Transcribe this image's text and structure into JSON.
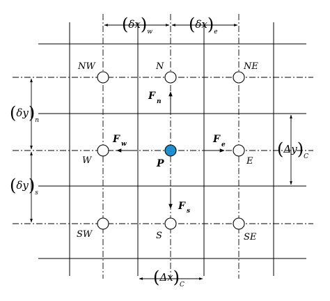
{
  "colors": {
    "line": "#000000",
    "p_node_fill": "#1f8fd0",
    "node_fill": "#ffffff"
  },
  "nodes": {
    "nw": "NW",
    "n": "N",
    "ne": "NE",
    "w": "W",
    "p": "P",
    "e": "E",
    "sw": "SW",
    "s": "S",
    "se": "SE"
  },
  "forces": {
    "fn": {
      "base": "F",
      "sub": "n"
    },
    "fw": {
      "base": "F",
      "sub": "w"
    },
    "fe": {
      "base": "F",
      "sub": "e"
    },
    "fs": {
      "base": "F",
      "sub": "s"
    }
  },
  "dimensions": {
    "dx_w": {
      "open": "(",
      "body": "δx",
      "close": ")",
      "sub": "w"
    },
    "dx_e": {
      "open": "(",
      "body": "δx",
      "close": ")",
      "sub": "e"
    },
    "dy_n": {
      "open": "(",
      "body": "δy",
      "close": ")",
      "sub": "n"
    },
    "dy_s": {
      "open": "(",
      "body": "δy",
      "close": ")",
      "sub": "s"
    },
    "Dy_c": {
      "open": "(",
      "body": "Δy",
      "close": ")",
      "sub": "C"
    },
    "Dx_c": {
      "open": "(",
      "body": "Δx",
      "close": ")",
      "sub": "C"
    }
  }
}
